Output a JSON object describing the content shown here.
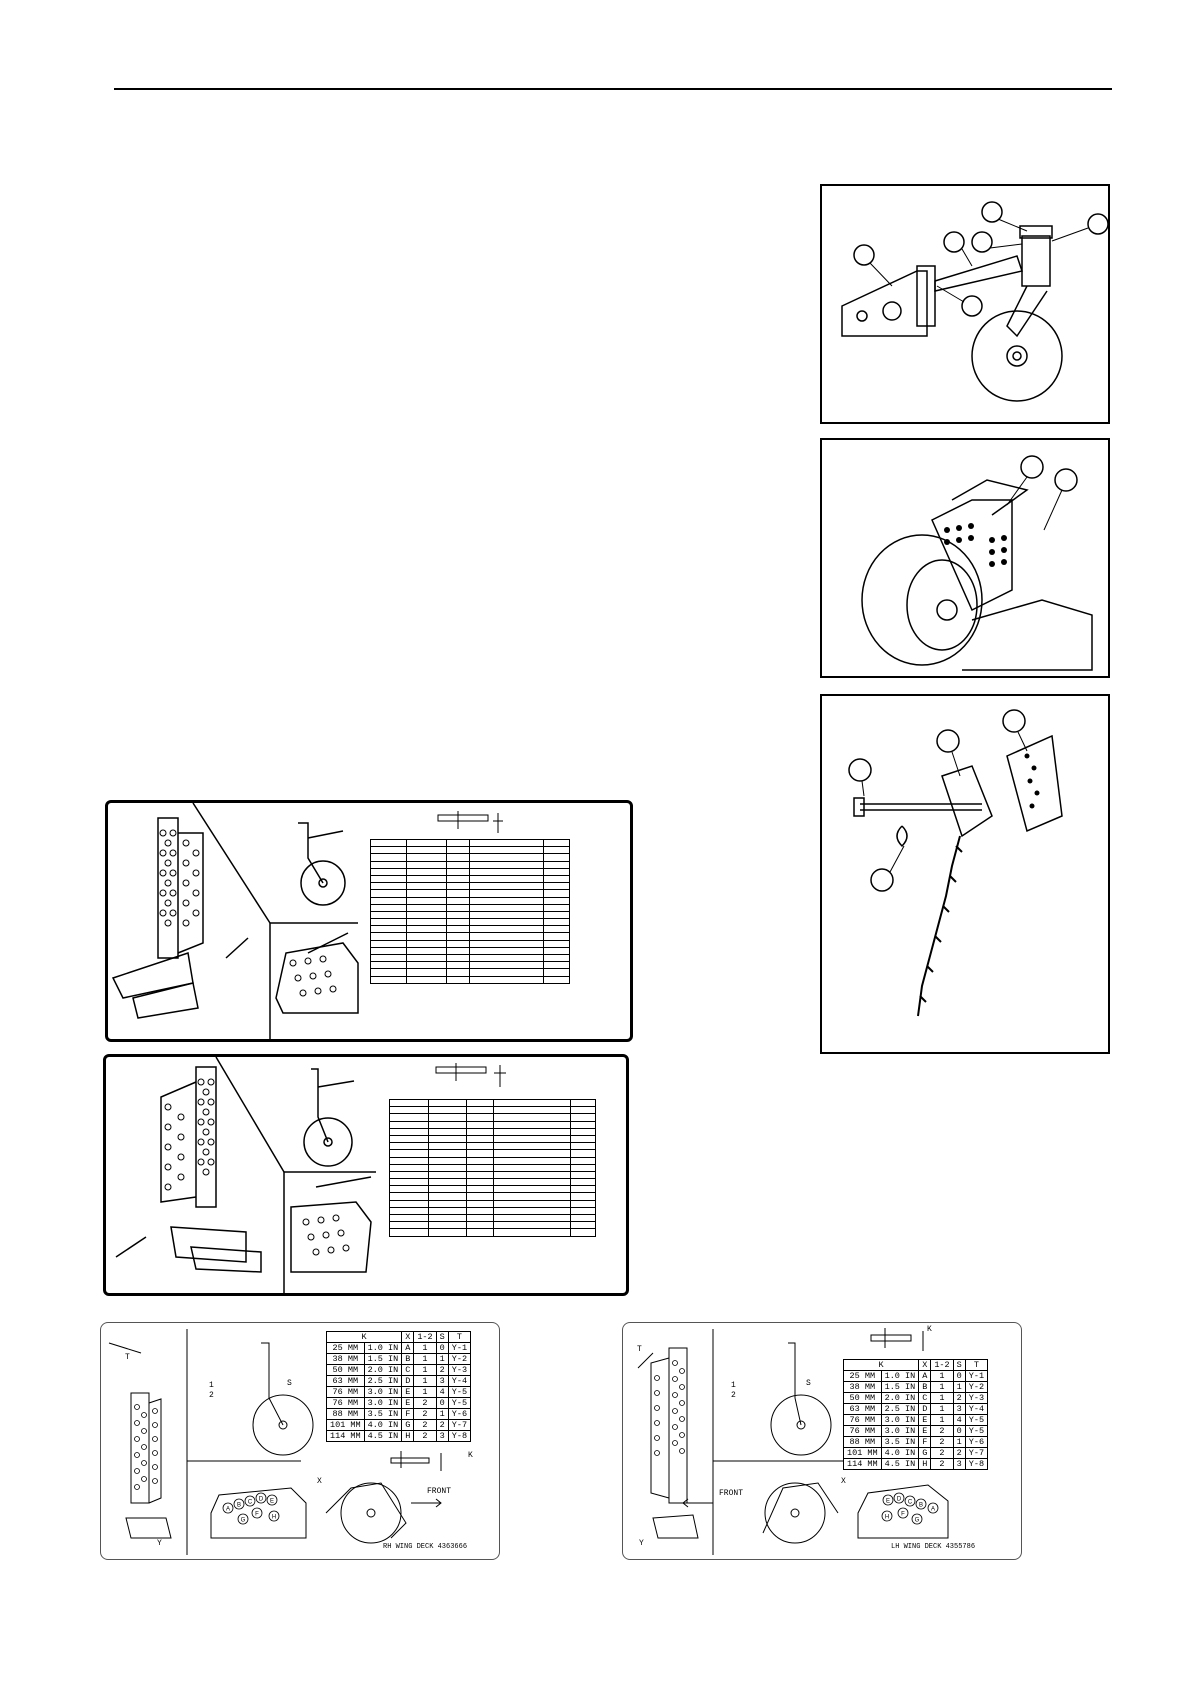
{
  "decal_rh": {
    "headers": [
      "K",
      "X",
      "1-2",
      "S",
      "T"
    ],
    "rows": [
      [
        "25 MM",
        "1.0 IN",
        "A",
        "1",
        "0",
        "Y-1"
      ],
      [
        "38 MM",
        "1.5 IN",
        "B",
        "1",
        "1",
        "Y-2"
      ],
      [
        "50 MM",
        "2.0 IN",
        "C",
        "1",
        "2",
        "Y-3"
      ],
      [
        "63 MM",
        "2.5 IN",
        "D",
        "1",
        "3",
        "Y-4"
      ],
      [
        "76 MM",
        "3.0 IN",
        "E",
        "1",
        "4",
        "Y-5"
      ],
      [
        "76 MM",
        "3.0 IN",
        "E",
        "2",
        "0",
        "Y-5"
      ],
      [
        "88 MM",
        "3.5 IN",
        "F",
        "2",
        "1",
        "Y-6"
      ],
      [
        "101 MM",
        "4.0 IN",
        "G",
        "2",
        "2",
        "Y-7"
      ],
      [
        "114 MM",
        "4.5 IN",
        "H",
        "2",
        "3",
        "Y-8"
      ]
    ],
    "front_label": "FRONT",
    "caption": "RH WING DECK 4363666",
    "letters": {
      "t": "T",
      "s": "S",
      "x": "X",
      "k": "K",
      "y": "Y",
      "one": "1",
      "two": "2"
    }
  },
  "decal_lh": {
    "headers": [
      "K",
      "X",
      "1-2",
      "S",
      "T"
    ],
    "rows": [
      [
        "25 MM",
        "1.0 IN",
        "A",
        "1",
        "0",
        "Y-1"
      ],
      [
        "38 MM",
        "1.5 IN",
        "B",
        "1",
        "1",
        "Y-2"
      ],
      [
        "50 MM",
        "2.0 IN",
        "C",
        "1",
        "2",
        "Y-3"
      ],
      [
        "63 MM",
        "2.5 IN",
        "D",
        "1",
        "3",
        "Y-4"
      ],
      [
        "76 MM",
        "3.0 IN",
        "E",
        "1",
        "4",
        "Y-5"
      ],
      [
        "76 MM",
        "3.0 IN",
        "E",
        "2",
        "0",
        "Y-5"
      ],
      [
        "88 MM",
        "3.5 IN",
        "F",
        "2",
        "1",
        "Y-6"
      ],
      [
        "101 MM",
        "4.0 IN",
        "G",
        "2",
        "2",
        "Y-7"
      ],
      [
        "114 MM",
        "4.5 IN",
        "H",
        "2",
        "3",
        "Y-8"
      ]
    ],
    "front_label": "FRONT",
    "caption": "LH WING DECK 4355786",
    "letters": {
      "t": "T",
      "s": "S",
      "x": "X",
      "k": "K",
      "y": "Y",
      "one": "1",
      "two": "2"
    }
  },
  "hole_letters": [
    "A",
    "B",
    "C",
    "D",
    "E",
    "F",
    "G",
    "H"
  ],
  "colors": {
    "ink": "#000000",
    "decal_border": "#555555"
  }
}
